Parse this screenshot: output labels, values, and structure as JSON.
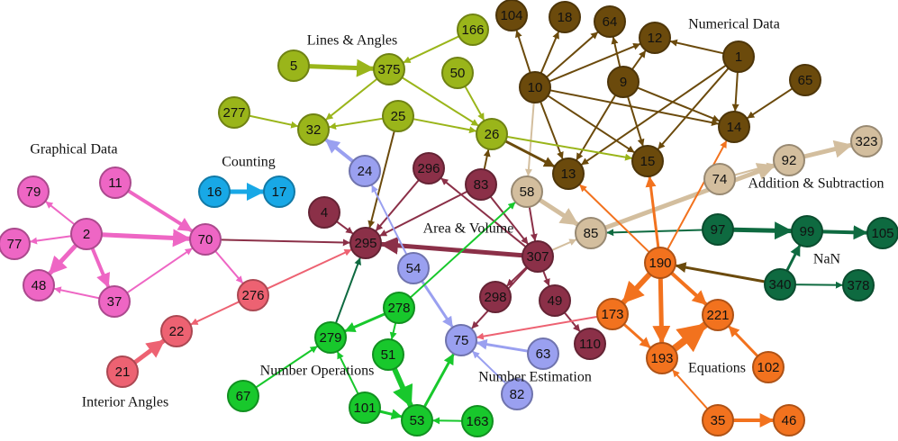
{
  "colors": {
    "brown": "#6b4a0c",
    "olive": "#9ab51a",
    "pink": "#ee66c4",
    "cyan": "#18a8e6",
    "red": "#ed6272",
    "maroon": "#8b3048",
    "tan": "#d3be9e",
    "lavender": "#9aa0f0",
    "green": "#18c82c",
    "darkgreen": "#0e6a40",
    "orange": "#f2721e"
  },
  "groups": [
    {
      "id": "numerical-data",
      "label": "Numerical Data"
    },
    {
      "id": "lines-angles",
      "label": "Lines & Angles"
    },
    {
      "id": "graphical-data",
      "label": "Graphical Data"
    },
    {
      "id": "counting",
      "label": "Counting"
    },
    {
      "id": "area-volume",
      "label": "Area & Volume"
    },
    {
      "id": "addition-subtraction",
      "label": "Addition & Subtraction"
    },
    {
      "id": "nan",
      "label": "NaN"
    },
    {
      "id": "equations",
      "label": "Equations"
    },
    {
      "id": "number-operations",
      "label": "Number Operations"
    },
    {
      "id": "number-estimation",
      "label": "Number Estimation"
    },
    {
      "id": "interior-angles",
      "label": "Interior Angles"
    }
  ],
  "nodes": [
    {
      "id": "104",
      "label": "104",
      "color": "brown"
    },
    {
      "id": "18",
      "label": "18",
      "color": "brown"
    },
    {
      "id": "64",
      "label": "64",
      "color": "brown"
    },
    {
      "id": "12",
      "label": "12",
      "color": "brown"
    },
    {
      "id": "1",
      "label": "1",
      "color": "brown"
    },
    {
      "id": "10",
      "label": "10",
      "color": "brown"
    },
    {
      "id": "9",
      "label": "9",
      "color": "brown"
    },
    {
      "id": "65",
      "label": "65",
      "color": "brown"
    },
    {
      "id": "14",
      "label": "14",
      "color": "brown"
    },
    {
      "id": "13",
      "label": "13",
      "color": "brown"
    },
    {
      "id": "15",
      "label": "15",
      "color": "brown"
    },
    {
      "id": "166",
      "label": "166",
      "color": "olive"
    },
    {
      "id": "5",
      "label": "5",
      "color": "olive"
    },
    {
      "id": "375",
      "label": "375",
      "color": "olive"
    },
    {
      "id": "50",
      "label": "50",
      "color": "olive"
    },
    {
      "id": "277",
      "label": "277",
      "color": "olive"
    },
    {
      "id": "32",
      "label": "32",
      "color": "olive"
    },
    {
      "id": "25",
      "label": "25",
      "color": "olive"
    },
    {
      "id": "26",
      "label": "26",
      "color": "olive"
    },
    {
      "id": "79",
      "label": "79",
      "color": "pink"
    },
    {
      "id": "11",
      "label": "11",
      "color": "pink"
    },
    {
      "id": "2",
      "label": "2",
      "color": "pink"
    },
    {
      "id": "77",
      "label": "77",
      "color": "pink"
    },
    {
      "id": "70",
      "label": "70",
      "color": "pink"
    },
    {
      "id": "48",
      "label": "48",
      "color": "pink"
    },
    {
      "id": "37",
      "label": "37",
      "color": "pink"
    },
    {
      "id": "16",
      "label": "16",
      "color": "cyan"
    },
    {
      "id": "17",
      "label": "17",
      "color": "cyan"
    },
    {
      "id": "276",
      "label": "276",
      "color": "red"
    },
    {
      "id": "22",
      "label": "22",
      "color": "red"
    },
    {
      "id": "21",
      "label": "21",
      "color": "red"
    },
    {
      "id": "296",
      "label": "296",
      "color": "maroon"
    },
    {
      "id": "83",
      "label": "83",
      "color": "maroon"
    },
    {
      "id": "4",
      "label": "4",
      "color": "maroon"
    },
    {
      "id": "295",
      "label": "295",
      "color": "maroon"
    },
    {
      "id": "307",
      "label": "307",
      "color": "maroon"
    },
    {
      "id": "298",
      "label": "298",
      "color": "maroon"
    },
    {
      "id": "49",
      "label": "49",
      "color": "maroon"
    },
    {
      "id": "110",
      "label": "110",
      "color": "maroon"
    },
    {
      "id": "58",
      "label": "58",
      "color": "tan"
    },
    {
      "id": "85",
      "label": "85",
      "color": "tan"
    },
    {
      "id": "74",
      "label": "74",
      "color": "tan"
    },
    {
      "id": "92",
      "label": "92",
      "color": "tan"
    },
    {
      "id": "323",
      "label": "323",
      "color": "tan"
    },
    {
      "id": "24",
      "label": "24",
      "color": "lavender"
    },
    {
      "id": "54",
      "label": "54",
      "color": "lavender"
    },
    {
      "id": "75",
      "label": "75",
      "color": "lavender"
    },
    {
      "id": "63",
      "label": "63",
      "color": "lavender"
    },
    {
      "id": "82",
      "label": "82",
      "color": "lavender"
    },
    {
      "id": "278",
      "label": "278",
      "color": "green"
    },
    {
      "id": "279",
      "label": "279",
      "color": "green"
    },
    {
      "id": "51",
      "label": "51",
      "color": "green"
    },
    {
      "id": "67",
      "label": "67",
      "color": "green"
    },
    {
      "id": "101",
      "label": "101",
      "color": "green"
    },
    {
      "id": "53",
      "label": "53",
      "color": "green"
    },
    {
      "id": "163",
      "label": "163",
      "color": "green"
    },
    {
      "id": "97",
      "label": "97",
      "color": "darkgreen"
    },
    {
      "id": "99",
      "label": "99",
      "color": "darkgreen"
    },
    {
      "id": "105",
      "label": "105",
      "color": "darkgreen"
    },
    {
      "id": "340",
      "label": "340",
      "color": "darkgreen"
    },
    {
      "id": "378",
      "label": "378",
      "color": "darkgreen"
    },
    {
      "id": "190",
      "label": "190",
      "color": "orange"
    },
    {
      "id": "173",
      "label": "173",
      "color": "orange"
    },
    {
      "id": "221",
      "label": "221",
      "color": "orange"
    },
    {
      "id": "193",
      "label": "193",
      "color": "orange"
    },
    {
      "id": "102",
      "label": "102",
      "color": "orange"
    },
    {
      "id": "35",
      "label": "35",
      "color": "orange"
    },
    {
      "id": "46",
      "label": "46",
      "color": "orange"
    }
  ],
  "edges": [
    {
      "from": "10",
      "to": "104",
      "w": 2,
      "color": "brown"
    },
    {
      "from": "10",
      "to": "18",
      "w": 2,
      "color": "brown"
    },
    {
      "from": "10",
      "to": "64",
      "w": 2,
      "color": "brown"
    },
    {
      "from": "10",
      "to": "12",
      "w": 2,
      "color": "brown"
    },
    {
      "from": "10",
      "to": "14",
      "w": 2,
      "color": "brown"
    },
    {
      "from": "10",
      "to": "15",
      "w": 2,
      "color": "brown"
    },
    {
      "from": "10",
      "to": "13",
      "w": 2,
      "color": "brown"
    },
    {
      "from": "10",
      "to": "58",
      "w": 2,
      "color": "tan"
    },
    {
      "from": "9",
      "to": "12",
      "w": 2,
      "color": "brown"
    },
    {
      "from": "9",
      "to": "64",
      "w": 2,
      "color": "brown"
    },
    {
      "from": "9",
      "to": "14",
      "w": 2,
      "color": "brown"
    },
    {
      "from": "9",
      "to": "15",
      "w": 2,
      "color": "brown"
    },
    {
      "from": "9",
      "to": "13",
      "w": 2,
      "color": "brown"
    },
    {
      "from": "1",
      "to": "12",
      "w": 2,
      "color": "brown"
    },
    {
      "from": "1",
      "to": "14",
      "w": 2,
      "color": "brown"
    },
    {
      "from": "1",
      "to": "13",
      "w": 2,
      "color": "brown"
    },
    {
      "from": "1",
      "to": "15",
      "w": 2,
      "color": "brown"
    },
    {
      "from": "65",
      "to": "14",
      "w": 2,
      "color": "brown"
    },
    {
      "from": "5",
      "to": "375",
      "w": 5,
      "color": "olive"
    },
    {
      "from": "166",
      "to": "375",
      "w": 2,
      "color": "olive"
    },
    {
      "from": "375",
      "to": "32",
      "w": 2,
      "color": "olive"
    },
    {
      "from": "375",
      "to": "26",
      "w": 2,
      "color": "olive"
    },
    {
      "from": "50",
      "to": "26",
      "w": 2,
      "color": "olive"
    },
    {
      "from": "277",
      "to": "32",
      "w": 2,
      "color": "olive"
    },
    {
      "from": "25",
      "to": "32",
      "w": 2,
      "color": "olive"
    },
    {
      "from": "25",
      "to": "26",
      "w": 2,
      "color": "olive"
    },
    {
      "from": "25",
      "to": "295",
      "w": 2,
      "color": "brown"
    },
    {
      "from": "26",
      "to": "13",
      "w": 3,
      "color": "brown"
    },
    {
      "from": "26",
      "to": "15",
      "w": 2,
      "color": "olive"
    },
    {
      "from": "24",
      "to": "32",
      "w": 4,
      "color": "lavender"
    },
    {
      "from": "2",
      "to": "79",
      "w": 2,
      "color": "pink"
    },
    {
      "from": "2",
      "to": "77",
      "w": 2,
      "color": "pink"
    },
    {
      "from": "2",
      "to": "48",
      "w": 5,
      "color": "pink"
    },
    {
      "from": "2",
      "to": "37",
      "w": 4,
      "color": "pink"
    },
    {
      "from": "2",
      "to": "70",
      "w": 5,
      "color": "pink"
    },
    {
      "from": "11",
      "to": "70",
      "w": 4,
      "color": "pink"
    },
    {
      "from": "37",
      "to": "48",
      "w": 2,
      "color": "pink"
    },
    {
      "from": "37",
      "to": "70",
      "w": 2,
      "color": "pink"
    },
    {
      "from": "70",
      "to": "295",
      "w": 2,
      "color": "maroon"
    },
    {
      "from": "70",
      "to": "276",
      "w": 2,
      "color": "pink"
    },
    {
      "from": "16",
      "to": "17",
      "w": 5,
      "color": "cyan"
    },
    {
      "from": "276",
      "to": "22",
      "w": 2,
      "color": "red"
    },
    {
      "from": "276",
      "to": "295",
      "w": 2,
      "color": "red"
    },
    {
      "from": "21",
      "to": "22",
      "w": 5,
      "color": "red"
    },
    {
      "from": "4",
      "to": "295",
      "w": 2,
      "color": "maroon"
    },
    {
      "from": "296",
      "to": "295",
      "w": 2,
      "color": "maroon"
    },
    {
      "from": "83",
      "to": "295",
      "w": 2,
      "color": "maroon"
    },
    {
      "from": "83",
      "to": "26",
      "w": 2,
      "color": "brown"
    },
    {
      "from": "83",
      "to": "307",
      "w": 2,
      "color": "maroon"
    },
    {
      "from": "307",
      "to": "296",
      "w": 2,
      "color": "maroon"
    },
    {
      "from": "307",
      "to": "295",
      "w": 5,
      "color": "maroon"
    },
    {
      "from": "307",
      "to": "298",
      "w": 2,
      "color": "maroon"
    },
    {
      "from": "307",
      "to": "49",
      "w": 2,
      "color": "maroon"
    },
    {
      "from": "307",
      "to": "85",
      "w": 2,
      "color": "tan"
    },
    {
      "from": "307",
      "to": "75",
      "w": 2,
      "color": "maroon"
    },
    {
      "from": "58",
      "to": "307",
      "w": 2,
      "color": "maroon"
    },
    {
      "from": "58",
      "to": "85",
      "w": 5,
      "color": "tan"
    },
    {
      "from": "49",
      "to": "110",
      "w": 2,
      "color": "maroon"
    },
    {
      "from": "74",
      "to": "92",
      "w": 2,
      "color": "tan"
    },
    {
      "from": "92",
      "to": "323",
      "w": 5,
      "color": "tan"
    },
    {
      "from": "85",
      "to": "92",
      "w": 5,
      "color": "tan"
    },
    {
      "from": "54",
      "to": "24",
      "w": 2,
      "color": "lavender"
    },
    {
      "from": "54",
      "to": "75",
      "w": 3,
      "color": "lavender"
    },
    {
      "from": "63",
      "to": "75",
      "w": 3,
      "color": "lavender"
    },
    {
      "from": "82",
      "to": "75",
      "w": 2,
      "color": "lavender"
    },
    {
      "from": "173",
      "to": "75",
      "w": 2,
      "color": "red"
    },
    {
      "from": "278",
      "to": "279",
      "w": 3,
      "color": "green"
    },
    {
      "from": "278",
      "to": "51",
      "w": 2,
      "color": "green"
    },
    {
      "from": "278",
      "to": "58",
      "w": 2,
      "color": "green"
    },
    {
      "from": "279",
      "to": "295",
      "w": 2,
      "color": "darkgreen"
    },
    {
      "from": "67",
      "to": "279",
      "w": 2,
      "color": "green"
    },
    {
      "from": "51",
      "to": "53",
      "w": 6,
      "color": "green"
    },
    {
      "from": "101",
      "to": "279",
      "w": 2,
      "color": "green"
    },
    {
      "from": "101",
      "to": "53",
      "w": 3,
      "color": "green"
    },
    {
      "from": "163",
      "to": "53",
      "w": 2,
      "color": "green"
    },
    {
      "from": "53",
      "to": "75",
      "w": 3,
      "color": "green"
    },
    {
      "from": "97",
      "to": "99",
      "w": 5,
      "color": "darkgreen"
    },
    {
      "from": "97",
      "to": "85",
      "w": 2,
      "color": "darkgreen"
    },
    {
      "from": "99",
      "to": "105",
      "w": 4,
      "color": "darkgreen"
    },
    {
      "from": "340",
      "to": "99",
      "w": 3,
      "color": "darkgreen"
    },
    {
      "from": "340",
      "to": "378",
      "w": 2,
      "color": "darkgreen"
    },
    {
      "from": "340",
      "to": "190",
      "w": 3,
      "color": "brown"
    },
    {
      "from": "190",
      "to": "14",
      "w": 2,
      "color": "orange"
    },
    {
      "from": "190",
      "to": "15",
      "w": 3,
      "color": "orange"
    },
    {
      "from": "190",
      "to": "13",
      "w": 2,
      "color": "orange"
    },
    {
      "from": "190",
      "to": "193",
      "w": 5,
      "color": "orange"
    },
    {
      "from": "190",
      "to": "221",
      "w": 4,
      "color": "orange"
    },
    {
      "from": "190",
      "to": "173",
      "w": 6,
      "color": "orange"
    },
    {
      "from": "173",
      "to": "193",
      "w": 3,
      "color": "orange"
    },
    {
      "from": "193",
      "to": "221",
      "w": 8,
      "color": "orange"
    },
    {
      "from": "102",
      "to": "221",
      "w": 3,
      "color": "orange"
    },
    {
      "from": "35",
      "to": "193",
      "w": 2,
      "color": "orange"
    },
    {
      "from": "35",
      "to": "46",
      "w": 4,
      "color": "orange"
    }
  ]
}
